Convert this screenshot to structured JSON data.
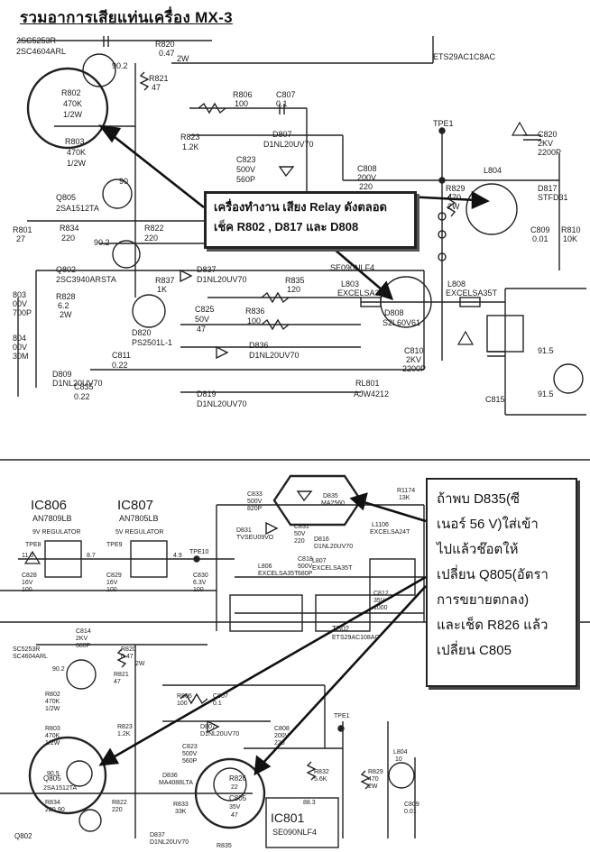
{
  "title": "รวมอาการเสียแท่นเครื่อง MX-3",
  "note_top": {
    "line1": "เครื่องทำงาน เสียง Relay ดังตลอด",
    "line2": "เช็ค R802 , D817 และ D808"
  },
  "note_bottom": {
    "lines": [
      "ถ้าพบ D835(ซี",
      "เนอร์ 56 V)ใส่เข้า",
      "ไปแล้วช๊อตให้",
      "เปลี่ยน Q805(อัตรา",
      "การขยายตกลง)",
      "และเช็ด R826 แล้ว",
      "เปลี่ยน C805"
    ]
  },
  "schematic_top": {
    "labels": {
      "q801a": "2SC5253R",
      "q801b": "2SC4604ARL",
      "r820": "R820",
      "r820v": "0.47",
      "r820w": "2W",
      "r821": "R821",
      "r821v": "47",
      "tbe": "ETS29AC1C8AC",
      "r802": "R802",
      "r802v": "470K",
      "r802w": "1/2W",
      "r806": "R806",
      "r806v": "100",
      "c807": "C807",
      "c807v": "0.1",
      "r823": "R823",
      "r823v": "1.2K",
      "r803": "R803",
      "r803v": "470K",
      "r803w": "1/2W",
      "d807": "D807",
      "d807v": "D1NL20UV70",
      "c823": "C823",
      "c823v": "500V",
      "c823c": "560P",
      "tpe1": "TPE1",
      "c808": "C808",
      "c808v": "200V",
      "c808c": "220",
      "r829": "R829",
      "r829v": "470",
      "r829w": "2W",
      "c820": "C820",
      "c820v": "2KV",
      "c820c": "2200P",
      "l804": "L804",
      "d817": "D817",
      "d817v": "STFD31",
      "q805": "Q805",
      "q805v": "2SA1512TA",
      "r834": "R834",
      "r834v": "220",
      "r822": "R822",
      "r822v": "220",
      "r801": "R801",
      "r801v": "27",
      "c809": "C809",
      "c809v": "0.01",
      "r810": "R810",
      "r810v": "10K",
      "ic801": "SE090NLF4",
      "q802": "Q802",
      "q802v": "2SC3940ARSTA",
      "r837": "R837",
      "r837v": "1K",
      "d837": "D837",
      "d837v": "D1NL20UV70",
      "r835": "R835",
      "r835v": "120",
      "l803": "L803",
      "l803v": "EXCELSA35T",
      "l808": "L808",
      "l808v": "EXCELSA35T",
      "r828": "R828",
      "r828v": "6.2",
      "r828w": "2W",
      "c825": "C825",
      "c825v": "50V",
      "c825c": "47",
      "r836": "R836",
      "r836v": "100",
      "d808": "D808",
      "d808v": "S2L60V61",
      "c803": "803",
      "c803v": "00V",
      "c803c": "700P",
      "d820": "D820",
      "d820v": "PS2501L-1",
      "d836": "D836",
      "d836v": "D1NL20UV70",
      "c810": "C810",
      "c810v": "2KV",
      "c810c": "2200P",
      "c804": "804",
      "c804v": "00V",
      "c804c": "30M",
      "c811": "C811",
      "c811v": "0.22",
      "d809": "D809",
      "d809v": "D1NL20UV70",
      "rl801": "RL801",
      "rl801v": "AJW4212",
      "c835": "C835",
      "c835v": "0.22",
      "d819": "D819",
      "d819v": "D1NL20UV70",
      "c815": "C815",
      "v915a": "91.5",
      "v915b": "91.5",
      "v902": "90.2",
      "v90": "90"
    }
  },
  "schematic_bottom": {
    "labels": {
      "ic806": "IC806",
      "ic806v": "AN7809LB",
      "ic806r": "9V REGULATOR",
      "ic807": "IC807",
      "ic807v": "AN7805LB",
      "ic807r": "5V REGULATOR",
      "tpe8": "TPE8",
      "tpe9": "TPE9",
      "tpe10": "TPE10",
      "c828": "C828",
      "c828v": "16V",
      "c828c": "100",
      "c829": "C829",
      "c829v": "16V",
      "c829c": "100",
      "c830": "C830",
      "c830v": "6.3V",
      "c830c": "100",
      "v116": "11.6",
      "v87": "8.7",
      "v49": "4.9",
      "c833": "C833",
      "c833v": "500V",
      "c833c": "820P",
      "d835": "D835",
      "d835v": "MA2560",
      "d831": "D831",
      "d831v": "TVSEU09VO",
      "c831": "C831",
      "c831v": "50V",
      "c831c": "220",
      "d816": "D816",
      "d816v": "D1NL20UV70",
      "l806": "L806",
      "l806v": "EXCELSA35T",
      "l807": "L807",
      "l807v": "EXCELSA35T",
      "c818": "C818",
      "c818v": "500V",
      "c818c": "680P",
      "l1106": "L1106",
      "l1106v": "EXCELSA24T",
      "r1174": "R1174",
      "r1174v": "13K",
      "c812": "C812",
      "c812v": "35V",
      "c812c": "1000",
      "tb02": "TB02",
      "tb02v": "ETS29AC108AC",
      "c814": "C814",
      "c814v": "2KV",
      "c814c": "680P",
      "r820": "R820",
      "r820v": "0.47",
      "r820w": "2W",
      "q801": "SC5253R",
      "q801b": "SC4604ARL",
      "r821": "R821",
      "r821v": "47",
      "r802": "R802",
      "r802v": "470K",
      "r802w": "1/2W",
      "r806": "R806",
      "r806v": "100",
      "c807": "C807",
      "c807v": "0.1",
      "r823": "R823",
      "r823v": "1.2K",
      "r803": "R803",
      "r803v": "470K",
      "r803w": "1/2W",
      "d807": "D807",
      "d807v": "D1NL20UV70",
      "c823": "C823",
      "c823v": "500V",
      "c823c": "560P",
      "tpe1": "TPE1",
      "c808": "C808",
      "c808v": "200V",
      "c808c": "220",
      "r832": "R832",
      "r832v": "5.6K",
      "r829": "R829",
      "r829v": "470",
      "r829w": "2W",
      "l804": "L804",
      "l804v": "10",
      "q805": "Q805",
      "q805v": "2SA1512TA",
      "d836": "D836",
      "d836v": "MA4088LTA",
      "r826": "R826",
      "r826v": "22",
      "c805": "C805",
      "c805v": "35V",
      "c805c": "47",
      "r834": "R834",
      "r834v": "220",
      "r822": "R822",
      "r822v": "220",
      "r833": "R833",
      "r833v": "33K",
      "ic801": "IC801",
      "ic801v": "SE090NLF4",
      "c809": "C809",
      "c809v": "0.01",
      "q802": "Q802",
      "d837": "D837",
      "d837v": "D1NL20UV70",
      "r835": "R835",
      "v883": "88.3",
      "v905": "90.5",
      "v902": "90.2",
      "v90": "90"
    }
  }
}
